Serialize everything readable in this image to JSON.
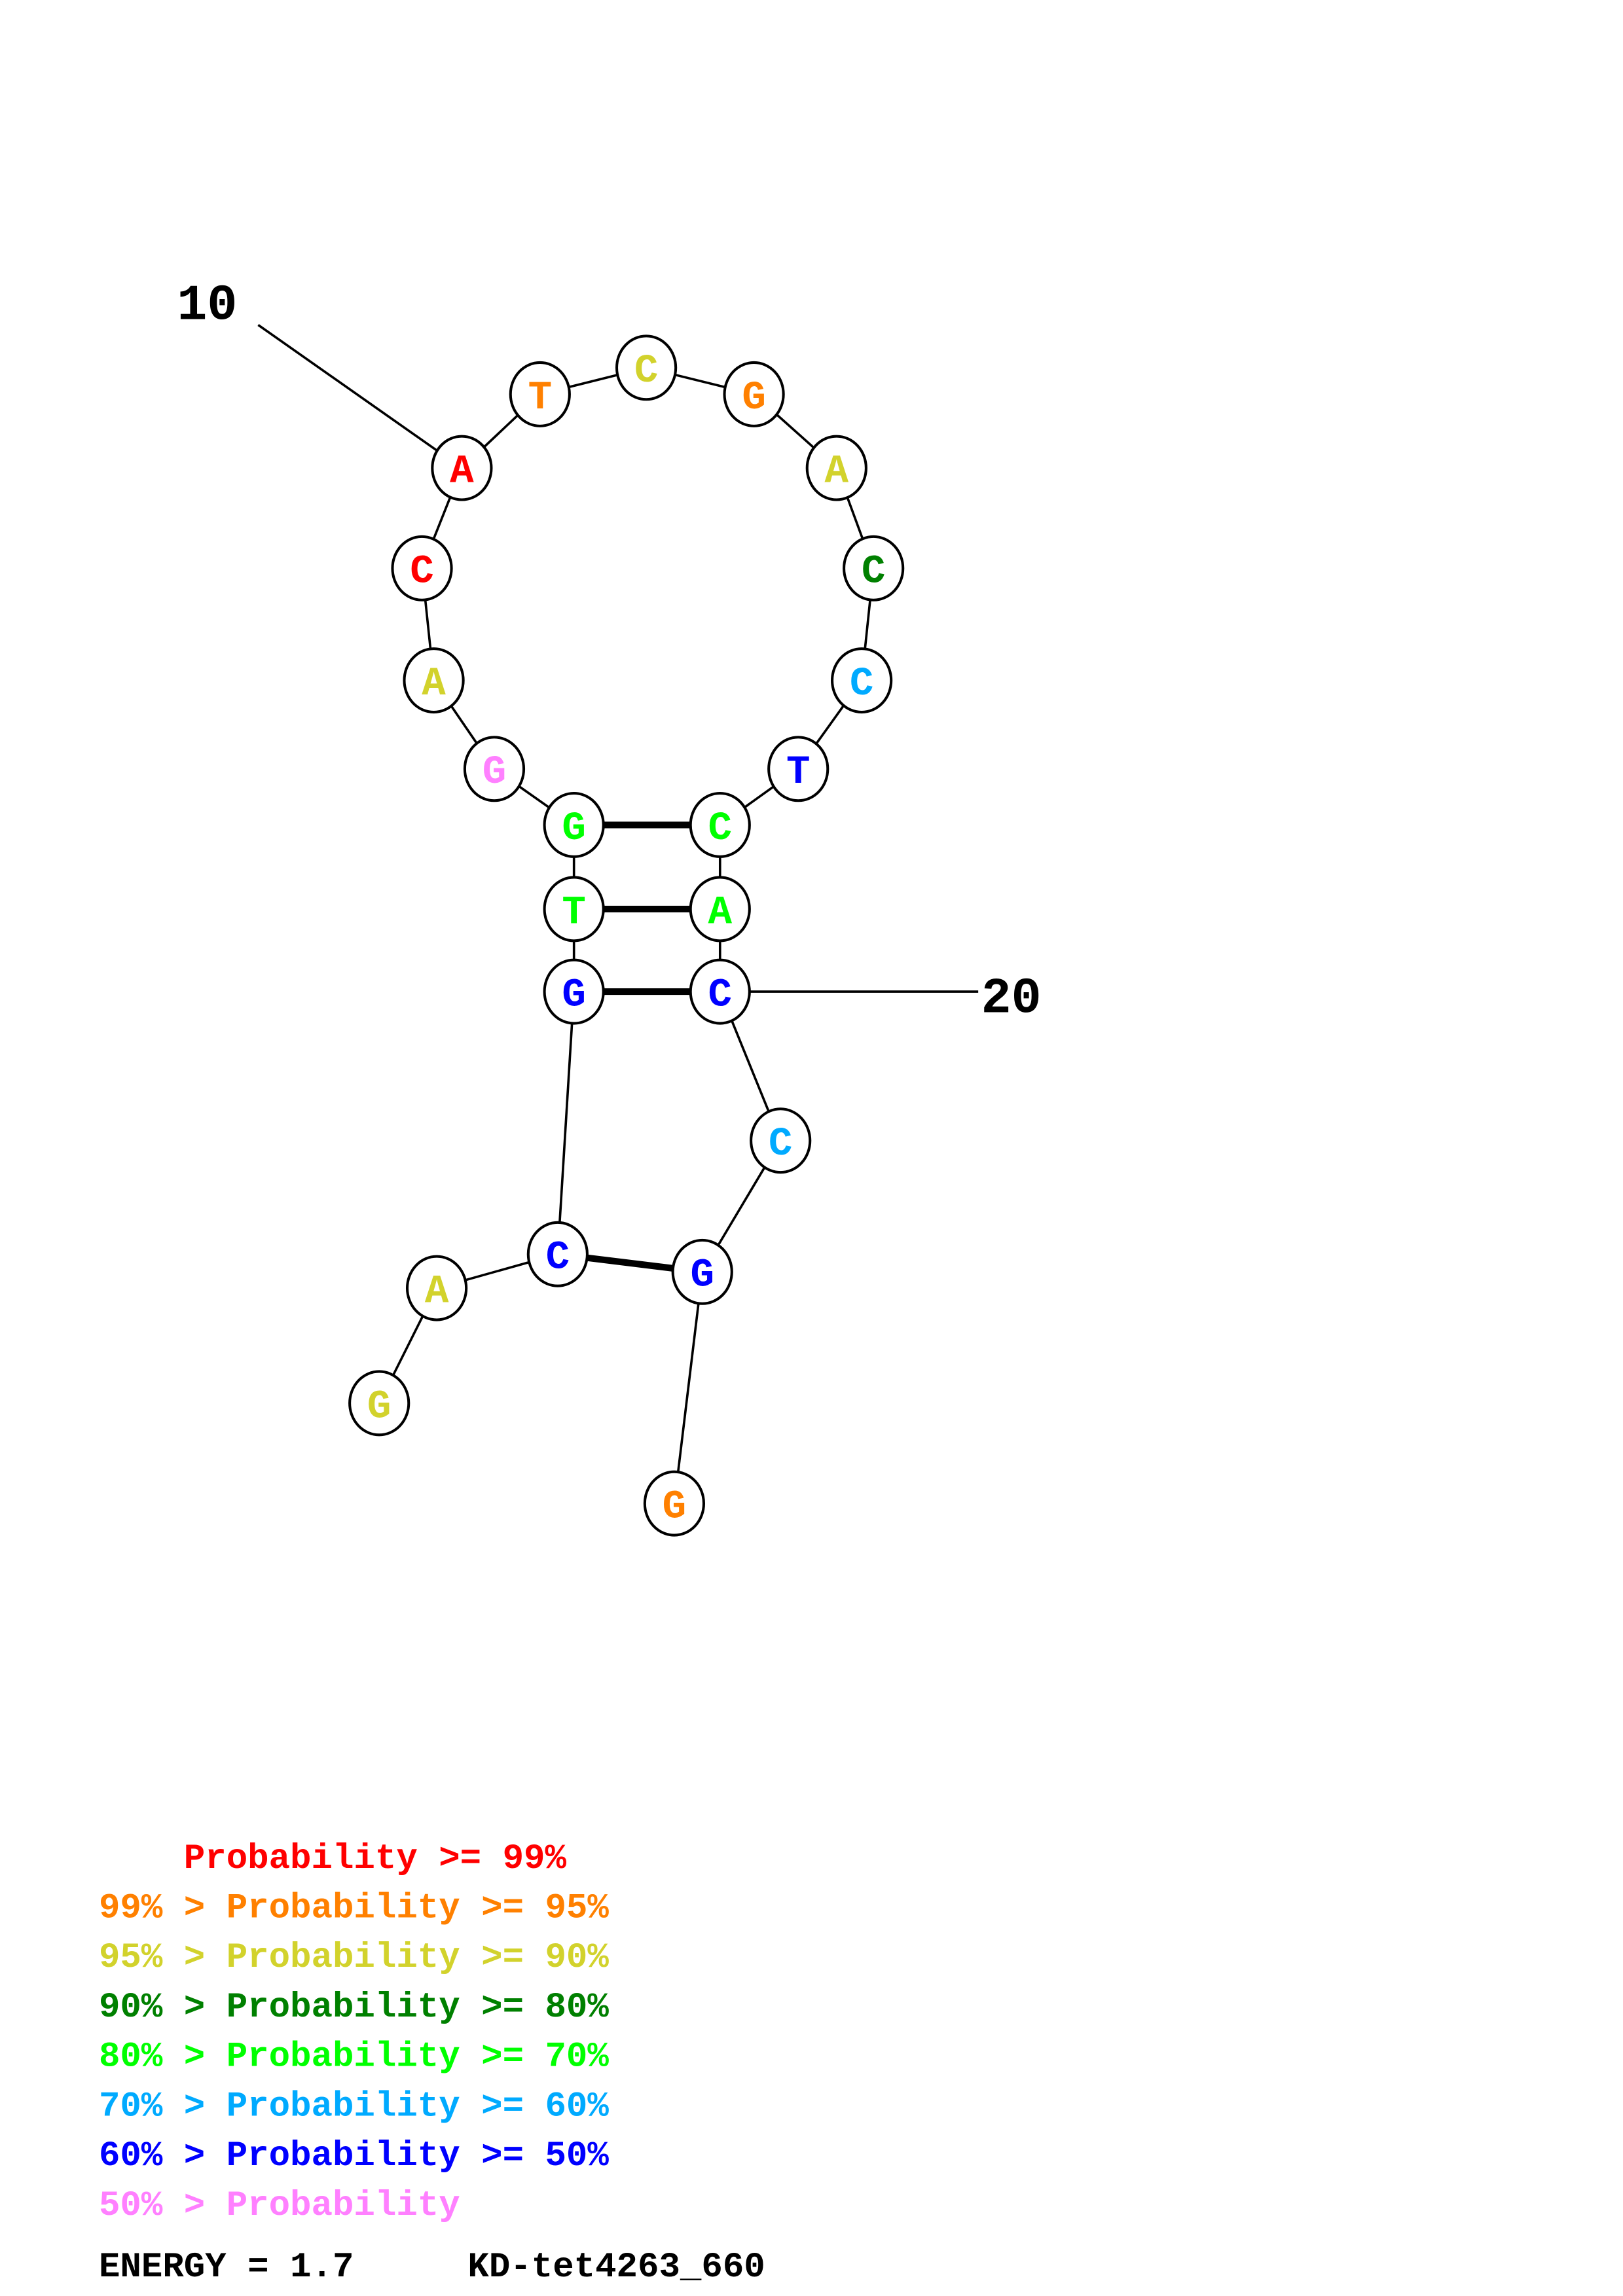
{
  "colors": {
    "p99": "#ff0000",
    "p95": "#ff8000",
    "p90": "#d2d22c",
    "p80": "#008000",
    "p70": "#00ff00",
    "p60": "#00aaff",
    "p50": "#0000ff",
    "plow": "#ff80ff"
  },
  "sequence": [
    {
      "base": "G",
      "prob": "p90"
    },
    {
      "base": "A",
      "prob": "p90"
    },
    {
      "base": "C",
      "prob": "p50"
    },
    {
      "base": "G",
      "prob": "p50"
    },
    {
      "base": "T",
      "prob": "p70"
    },
    {
      "base": "G",
      "prob": "p70"
    },
    {
      "base": "G",
      "prob": "plow"
    },
    {
      "base": "A",
      "prob": "p90"
    },
    {
      "base": "C",
      "prob": "p99"
    },
    {
      "base": "A",
      "prob": "p99"
    },
    {
      "base": "T",
      "prob": "p95"
    },
    {
      "base": "C",
      "prob": "p90"
    },
    {
      "base": "G",
      "prob": "p95"
    },
    {
      "base": "A",
      "prob": "p90"
    },
    {
      "base": "C",
      "prob": "p80"
    },
    {
      "base": "C",
      "prob": "p60"
    },
    {
      "base": "T",
      "prob": "p50"
    },
    {
      "base": "C",
      "prob": "p70"
    },
    {
      "base": "A",
      "prob": "p70"
    },
    {
      "base": "C",
      "prob": "p50"
    },
    {
      "base": "C",
      "prob": "p60"
    },
    {
      "base": "G",
      "prob": "p50"
    },
    {
      "base": "G",
      "prob": "p95"
    }
  ],
  "pairs": [
    [
      4,
      20
    ],
    [
      5,
      19
    ],
    [
      6,
      18
    ],
    [
      3,
      22
    ]
  ],
  "position_labels": [
    {
      "index": 10,
      "text": "10"
    },
    {
      "index": 20,
      "text": "20"
    }
  ],
  "legend": [
    {
      "text": "    Probability >= 99%",
      "prob": "p99"
    },
    {
      "text": "99% > Probability >= 95%",
      "prob": "p95"
    },
    {
      "text": "95% > Probability >= 90%",
      "prob": "p90"
    },
    {
      "text": "90% > Probability >= 80%",
      "prob": "p80"
    },
    {
      "text": "80% > Probability >= 70%",
      "prob": "p70"
    },
    {
      "text": "70% > Probability >= 60%",
      "prob": "p60"
    },
    {
      "text": "60% > Probability >= 50%",
      "prob": "p50"
    },
    {
      "text": "50% > Probability",
      "prob": "plow"
    }
  ],
  "footer": {
    "energy_label": "ENERGY = 1.7",
    "sequence_name": "KD-tet4263_660"
  }
}
